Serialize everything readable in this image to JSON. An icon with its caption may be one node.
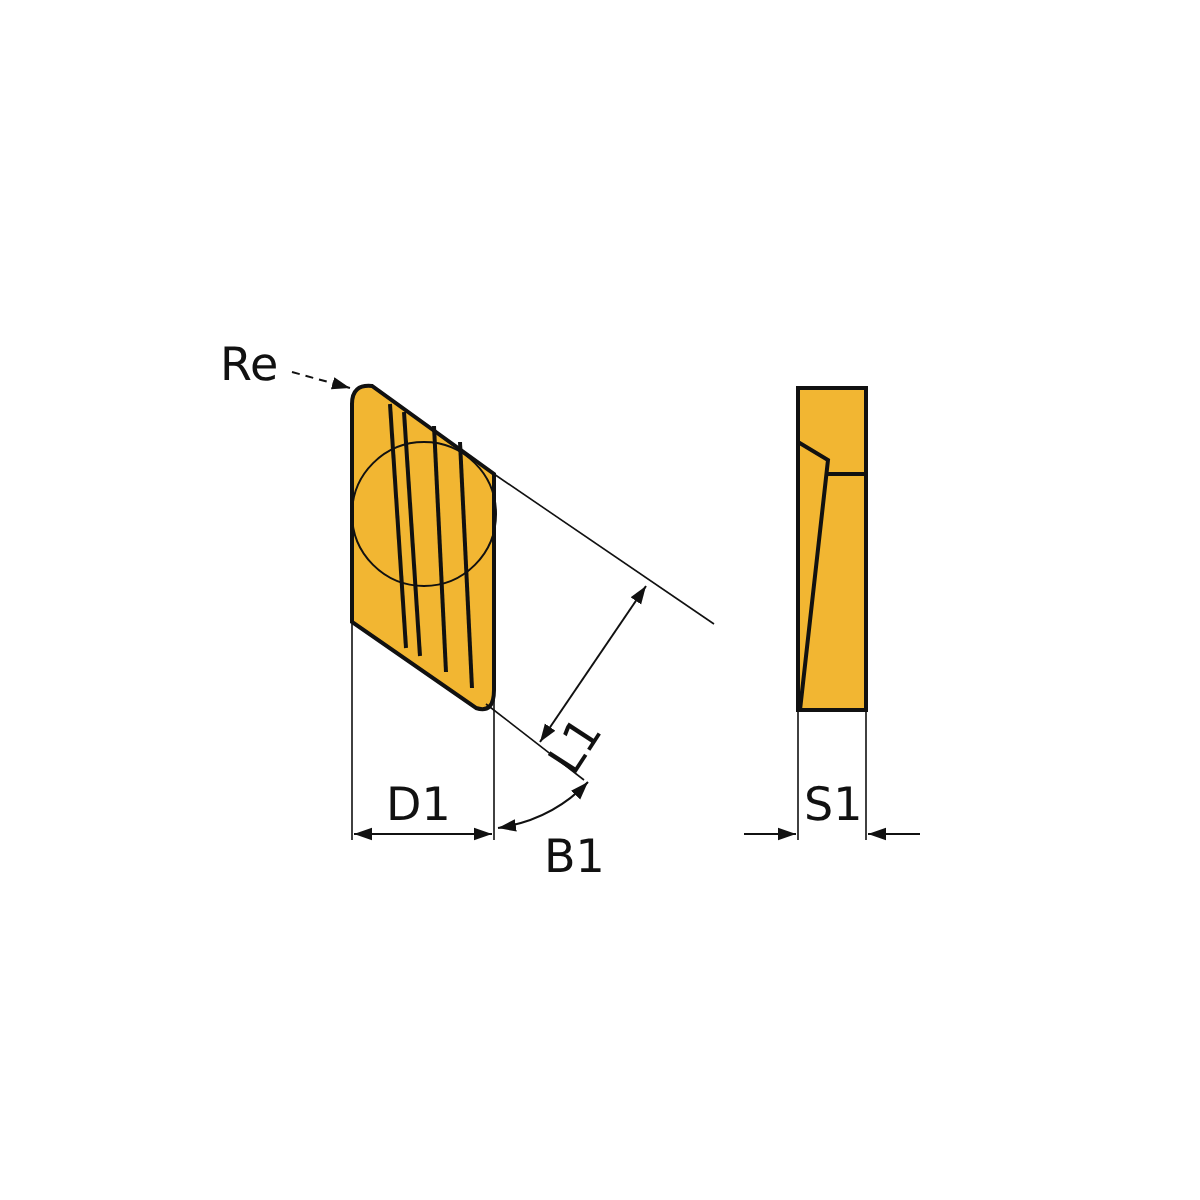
{
  "diagram": {
    "nodes": [
      {
        "text": [
          "Re"
        ]
      },
      {
        "text": [],
        "shape": "picture"
      }
    ],
    "edges": [
      {
        "from": 0,
        "to": 1,
        "arrow": "to",
        "style": "dashed"
      }
    ],
    "labels": [
      "D1",
      "L1",
      "B1",
      "S1"
    ]
  }
}
